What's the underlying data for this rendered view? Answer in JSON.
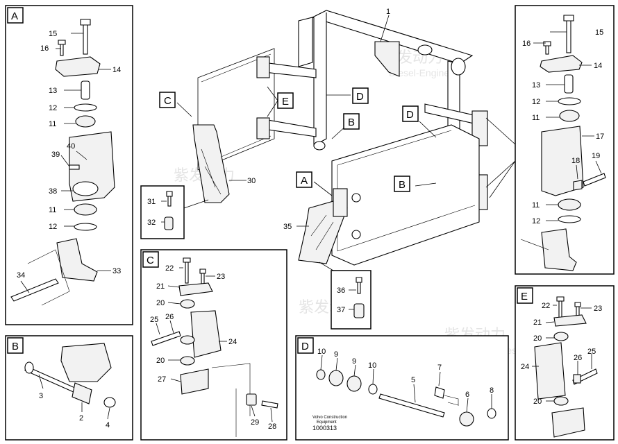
{
  "watermark": {
    "cn": "紫发动力",
    "en": "Diesel-Engines"
  },
  "footer": {
    "brand_line1": "Volvo Construction",
    "brand_line2": "Equipment",
    "code": "1000313"
  },
  "detail_boxes": {
    "A": "A",
    "B": "B",
    "C": "C",
    "D": "D",
    "E": "E"
  },
  "callouts": {
    "main": [
      "1",
      "30",
      "31",
      "32",
      "35",
      "36",
      "37"
    ],
    "A": [
      "15",
      "16",
      "14",
      "13",
      "12",
      "11",
      "39",
      "40",
      "38",
      "11",
      "12",
      "34",
      "33"
    ],
    "B": [
      "3",
      "2",
      "4"
    ],
    "C": [
      "22",
      "23",
      "21",
      "20",
      "25",
      "26",
      "24",
      "20",
      "27",
      "29",
      "28"
    ],
    "D": [
      "10",
      "9",
      "9",
      "10",
      "7",
      "5",
      "6",
      "8"
    ],
    "right": [
      "15",
      "16",
      "14",
      "13",
      "12",
      "11",
      "17",
      "18",
      "19",
      "11",
      "12"
    ],
    "E": [
      "22",
      "23",
      "21",
      "20",
      "25",
      "24",
      "26",
      "20"
    ]
  }
}
